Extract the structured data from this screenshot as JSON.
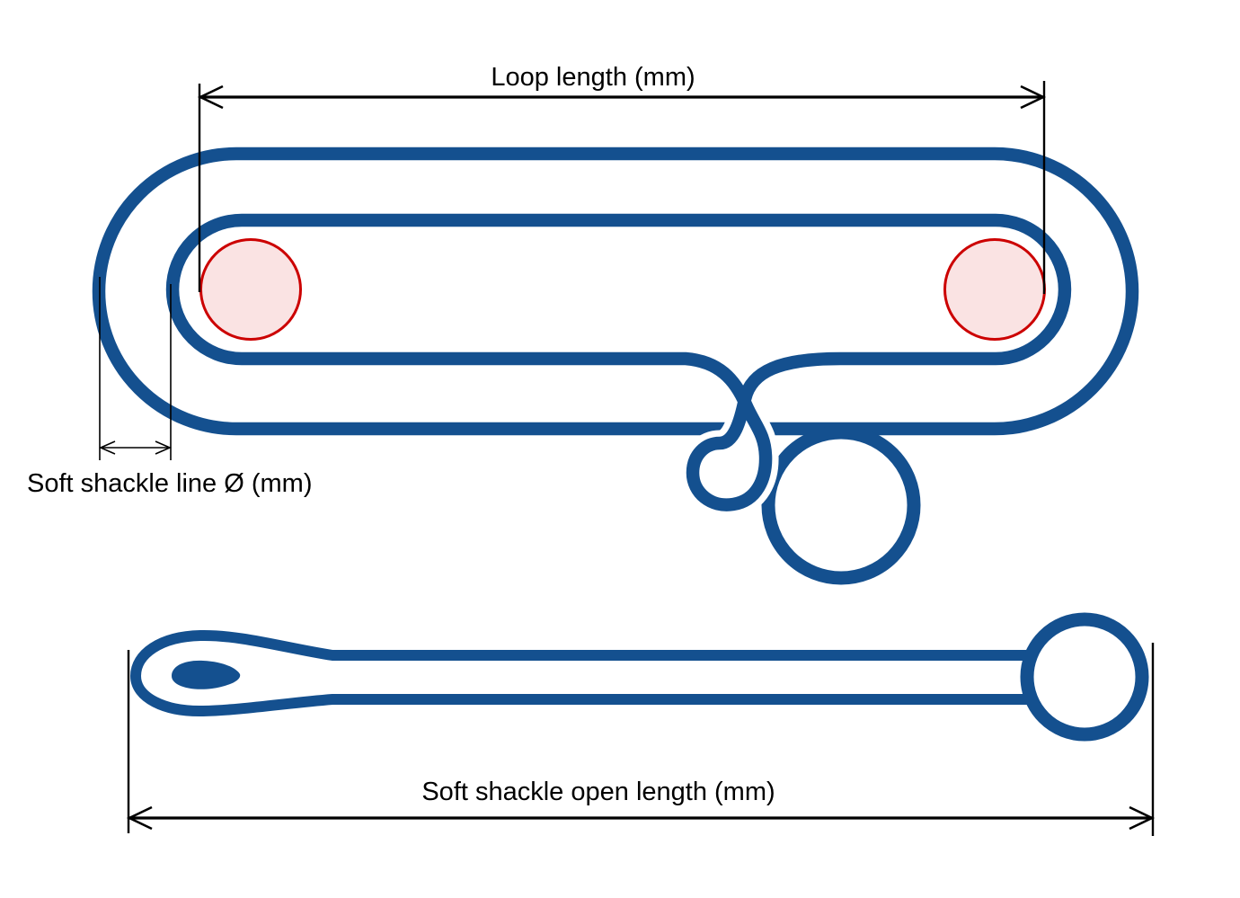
{
  "diagram": {
    "labels": {
      "loop_length": "Loop length (mm)",
      "line_diameter": "Soft shackle line Ø (mm)",
      "open_length": "Soft shackle open length (mm)"
    },
    "colors": {
      "rope-blue": "#14508f",
      "pin-red": "#cc0000",
      "pin-fill": "#fae3e3",
      "dimension-black": "#000000",
      "casing-white": "#ffffff",
      "page-white": "#ffffff"
    }
  }
}
